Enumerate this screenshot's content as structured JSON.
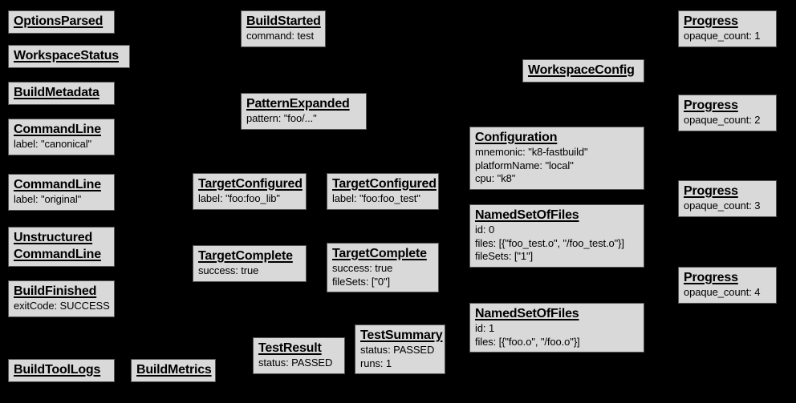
{
  "diagram": {
    "description": "Build event protocol graph of build tool events",
    "colors": {
      "background": "#000000",
      "box_fill": "#d9d9d9",
      "box_border": "#545454",
      "text": "#000000"
    },
    "boxes": {
      "options_parsed": {
        "title": "OptionsParsed",
        "lines": []
      },
      "workspace_status": {
        "title": "WorkspaceStatus",
        "lines": []
      },
      "build_metadata": {
        "title": "BuildMetadata",
        "lines": []
      },
      "command_line_canonical": {
        "title": "CommandLine",
        "lines": [
          "label: \"canonical\""
        ]
      },
      "command_line_original": {
        "title": "CommandLine",
        "lines": [
          "label: \"original\""
        ]
      },
      "unstructured_command_line": {
        "title_lines": [
          "Unstructured",
          "CommandLine"
        ],
        "lines": []
      },
      "build_finished": {
        "title": "BuildFinished",
        "lines": [
          "exitCode: SUCCESS"
        ]
      },
      "build_tool_logs": {
        "title": "BuildToolLogs",
        "lines": []
      },
      "build_metrics": {
        "title": "BuildMetrics",
        "lines": []
      },
      "build_started": {
        "title": "BuildStarted",
        "lines": [
          "command: test"
        ]
      },
      "pattern_expanded": {
        "title": "PatternExpanded",
        "lines": [
          "pattern: \"foo/...\""
        ]
      },
      "target_configured_lib": {
        "title": "TargetConfigured",
        "lines": [
          "label: \"foo:foo_lib\""
        ]
      },
      "target_configured_test": {
        "title": "TargetConfigured",
        "lines": [
          "label: \"foo:foo_test\""
        ]
      },
      "target_complete_lib": {
        "title": "TargetComplete",
        "lines": [
          "success: true"
        ]
      },
      "target_complete_test": {
        "title": "TargetComplete",
        "lines": [
          "success: true",
          "fileSets: [\"0\"]"
        ]
      },
      "test_result": {
        "title": "TestResult",
        "lines": [
          "status: PASSED"
        ]
      },
      "test_summary": {
        "title": "TestSummary",
        "lines": [
          "status: PASSED",
          "runs: 1"
        ]
      },
      "workspace_config": {
        "title": "WorkspaceConfig",
        "lines": []
      },
      "configuration": {
        "title": "Configuration",
        "lines": [
          "mnemonic: \"k8-fastbuild\"",
          "platformName: \"local\"",
          "cpu: \"k8\""
        ]
      },
      "named_set_of_files_0": {
        "title": "NamedSetOfFiles",
        "lines": [
          "id: 0",
          "files: [{\"foo_test.o\", \"/foo_test.o\"}]",
          "fileSets: [\"1\"]"
        ]
      },
      "named_set_of_files_1": {
        "title": "NamedSetOfFiles",
        "lines": [
          "id: 1",
          "files: [{\"foo.o\", \"/foo.o\"}]"
        ]
      },
      "progress_1": {
        "title": "Progress",
        "lines": [
          "opaque_count: 1"
        ]
      },
      "progress_2": {
        "title": "Progress",
        "lines": [
          "opaque_count: 2"
        ]
      },
      "progress_3": {
        "title": "Progress",
        "lines": [
          "opaque_count: 3"
        ]
      },
      "progress_4": {
        "title": "Progress",
        "lines": [
          "opaque_count: 4"
        ]
      }
    }
  }
}
